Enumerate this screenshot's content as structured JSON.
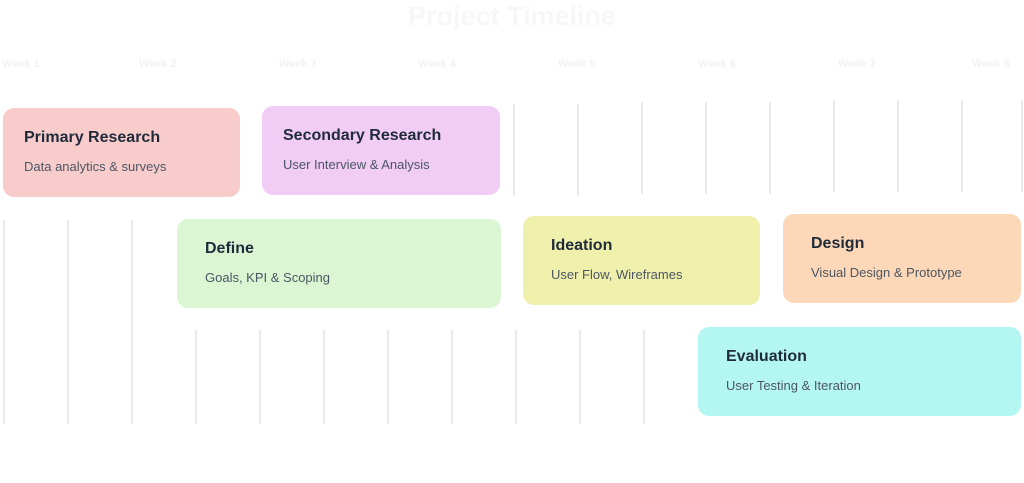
{
  "title": "Project Timeline",
  "weeks": [
    "Week 1",
    "Week 2",
    "Week 3",
    "Week 4",
    "Week 5",
    "Week 6",
    "Week 7",
    "Week 8"
  ],
  "phases": [
    {
      "title": "Primary Research",
      "subtitle": "Data analytics & surveys",
      "color": "#f9cccc"
    },
    {
      "title": "Secondary Research",
      "subtitle": "User Interview & Analysis",
      "color": "#f1ccf4"
    },
    {
      "title": "Define",
      "subtitle": "Goals, KPI & Scoping",
      "color": "#dbf6d3"
    },
    {
      "title": "Ideation",
      "subtitle": "User Flow, Wireframes",
      "color": "#eff0ac"
    },
    {
      "title": "Design",
      "subtitle": "Visual Design & Prototype",
      "color": "#fcd8b8"
    },
    {
      "title": "Evaluation",
      "subtitle": "User Testing & Iteration",
      "color": "#b4f6f2"
    }
  ]
}
